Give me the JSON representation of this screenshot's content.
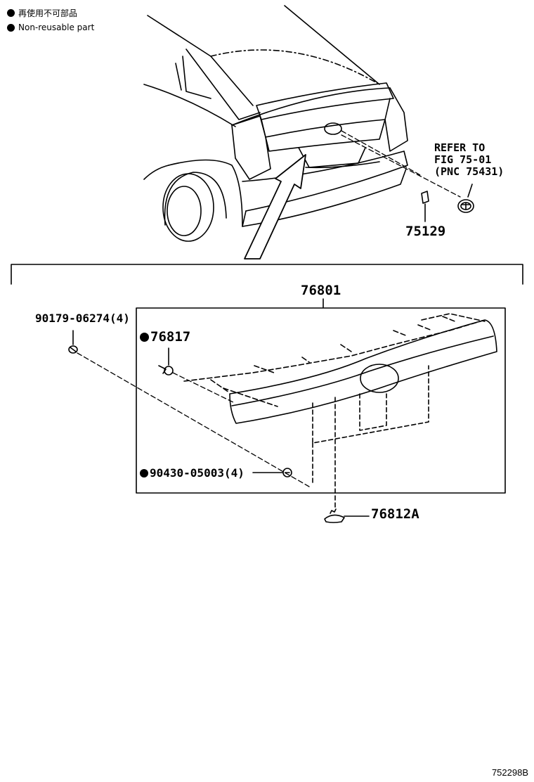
{
  "legend": {
    "jp_label": "再使用不可部品",
    "en_label": "Non-reusable part"
  },
  "reference": {
    "line1": "REFER TO",
    "line2": "FIG 75-01",
    "line3": "(PNC 75431)"
  },
  "parts": {
    "p75129": "75129",
    "p76801": "76801",
    "p90179": "90179-06274(4)",
    "p76817": "76817",
    "p90430": "90430-05003(4)",
    "p76812A": "76812A"
  },
  "figure_id": "752298B"
}
